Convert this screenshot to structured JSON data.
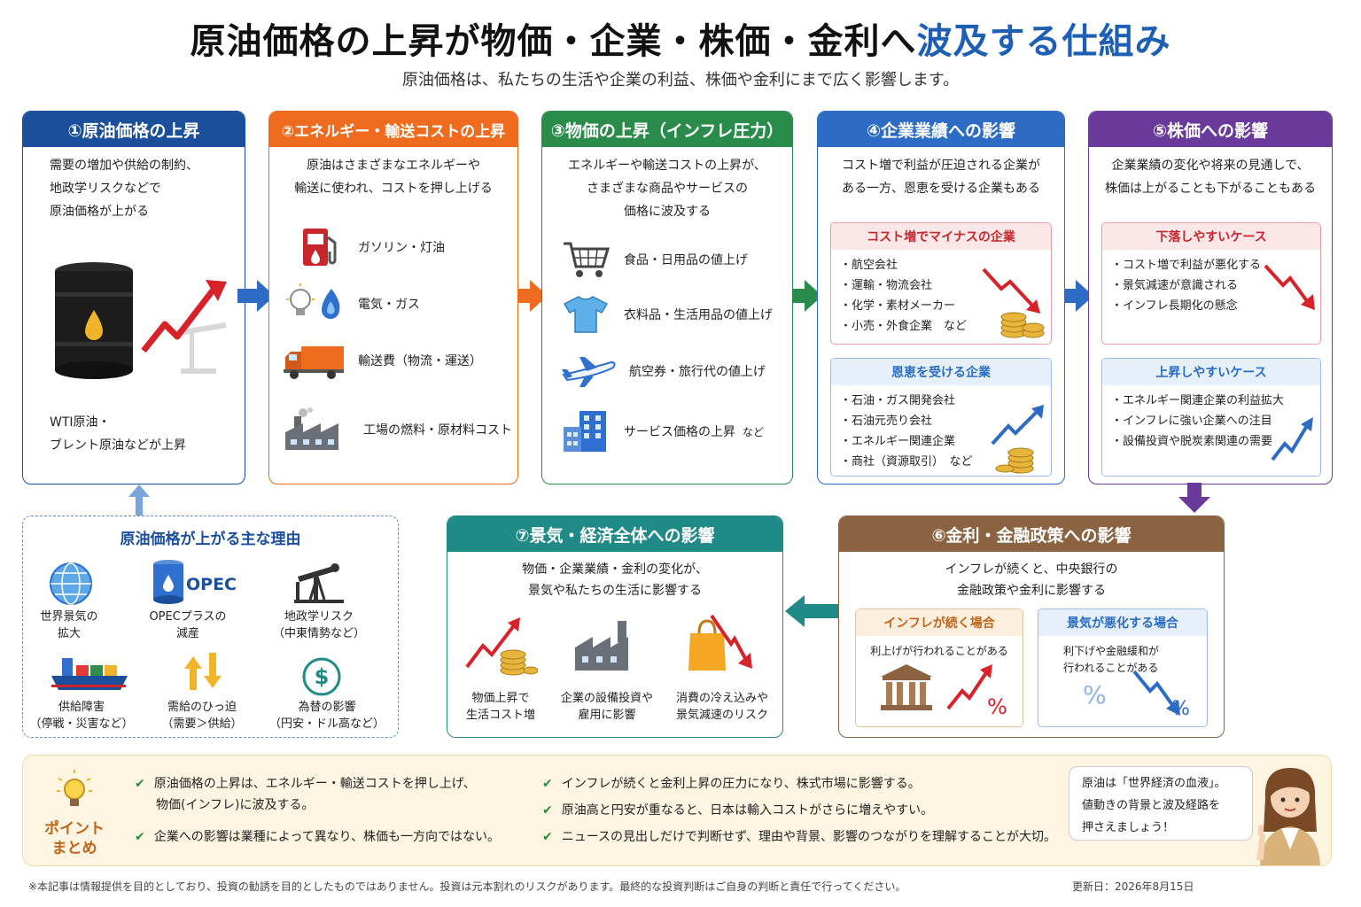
{
  "title": {
    "main": "原油価格の上昇が物価・企業・株価・金利へ",
    "highlight": "波及する仕組み"
  },
  "subtitle": "原油価格は、私たちの生活や企業の利益、株価や金利にまで広く影響します。",
  "colors": {
    "step1": "#1b4f9c",
    "step2": "#ef6b1d",
    "step3": "#2a8c4a",
    "step4": "#2c6cc4",
    "step5": "#6a3a9b",
    "step6": "#8b6340",
    "step7": "#1f8a86"
  },
  "step1": {
    "title": "①原油価格の上昇",
    "lead": [
      "需要の増加や供給の制約、",
      "地政学リスクなどで",
      "原油価格が上がる"
    ],
    "note": [
      "WTI原油・",
      "ブレント原油などが上昇"
    ]
  },
  "step2": {
    "title": "②エネルギー・輸送コストの上昇",
    "lead": [
      "原油はさまざまなエネルギーや",
      "輸送に使われ、コストを押し上げる"
    ],
    "items": [
      {
        "icon": "gas-pump-icon",
        "label": "ガソリン・灯油"
      },
      {
        "icon": "bulb-flame-icon",
        "label": "電気・ガス"
      },
      {
        "icon": "truck-icon",
        "label": "輸送費（物流・運送）"
      },
      {
        "icon": "factory-icon",
        "label": "工場の燃料・原材料コスト"
      }
    ]
  },
  "step3": {
    "title": "③物価の上昇（インフレ圧力）",
    "lead": [
      "エネルギーや輸送コストの上昇が、",
      "さまざまな商品やサービスの",
      "価格に波及する"
    ],
    "items": [
      {
        "icon": "cart-icon",
        "label": "食品・日用品の値上げ",
        "suffix": ""
      },
      {
        "icon": "tshirt-icon",
        "label": "衣料品・生活用品の値上げ",
        "suffix": ""
      },
      {
        "icon": "airplane-icon",
        "label": "航空券・旅行代の値上げ",
        "suffix": ""
      },
      {
        "icon": "building-icon",
        "label": "サービス価格の上昇",
        "suffix": "など"
      }
    ]
  },
  "step4": {
    "title": "④企業業績への影響",
    "lead": [
      "コスト増で利益が圧迫される企業が",
      "ある一方、恩恵を受ける企業もある"
    ],
    "minus": {
      "title": "コスト増でマイナスの企業",
      "items": [
        "・航空会社",
        "・運輸・物流会社",
        "・化学・素材メーカー",
        "・小売・外食企業　など"
      ]
    },
    "plus": {
      "title": "恩恵を受ける企業",
      "items": [
        "・石油・ガス開発会社",
        "・石油元売り会社",
        "・エネルギー関連企業",
        "・商社（資源取引）　など"
      ]
    }
  },
  "step5": {
    "title": "⑤株価への影響",
    "lead": [
      "企業業績の変化や将来の見通しで、",
      "株価は上がることも下がることもある"
    ],
    "down": {
      "title": "下落しやすいケース",
      "items": [
        "・コスト増で利益が悪化する",
        "・景気減速が意識される",
        "・インフレ長期化の懸念"
      ]
    },
    "up": {
      "title": "上昇しやすいケース",
      "items": [
        "・エネルギー関連企業の利益拡大",
        "・インフレに強い企業への注目",
        "・設備投資や脱炭素関連の需要"
      ]
    }
  },
  "reasons": {
    "title": "原油価格が上がる主な理由",
    "opec_logo": "OPEC",
    "items": [
      {
        "icon": "globe-icon",
        "lines": [
          "世界景気の",
          "拡大"
        ]
      },
      {
        "icon": "opec-barrel-icon",
        "lines": [
          "OPECプラスの",
          "減産"
        ]
      },
      {
        "icon": "oil-rig-icon",
        "lines": [
          "地政学リスク",
          "（中東情勢など）"
        ]
      },
      {
        "icon": "tanker-ship-icon",
        "lines": [
          "供給障害",
          "（停戦・災害など）"
        ]
      },
      {
        "icon": "up-down-arrows-icon",
        "lines": [
          "需給のひっ迫",
          "（需要＞供給）"
        ]
      },
      {
        "icon": "dollar-coin-icon",
        "lines": [
          "為替の影響",
          "（円安・ドル高など）"
        ]
      }
    ]
  },
  "step7": {
    "title": "⑦景気・経済全体への影響",
    "lead": [
      "物価・企業業績・金利の変化が、",
      "景気や私たちの生活に影響する"
    ],
    "items": [
      {
        "icon": "rising-cost-icon",
        "lines": [
          "物価上昇で",
          "生活コスト増"
        ]
      },
      {
        "icon": "factory-icon",
        "lines": [
          "企業の設備投資や",
          "雇用に影響"
        ]
      },
      {
        "icon": "shopping-bag-down-icon",
        "lines": [
          "消費の冷え込みや",
          "景気減速のリスク"
        ]
      }
    ]
  },
  "step6": {
    "title": "⑥金利・金融政策への影響",
    "lead": [
      "インフレが続くと、中央銀行の",
      "金融政策や金利に影響する"
    ],
    "inflation": {
      "title": "インフレが続く場合",
      "text": [
        "利上げが行われることがある"
      ]
    },
    "recession": {
      "title": "景気が悪化する場合",
      "text": [
        "利下げや金融緩和が",
        "行われることがある"
      ]
    },
    "pct": "%"
  },
  "points": {
    "label": [
      "ポイント",
      "まとめ"
    ],
    "left": [
      [
        "原油価格の上昇は、エネルギー・輸送コストを押し上げ、",
        "物価(インフレ)に波及する。"
      ],
      [
        "企業への影響は業種によって異なり、株価も一方向ではない。"
      ]
    ],
    "right": [
      "インフレが続くと金利上昇の圧力になり、株式市場に影響する。",
      "原油高と円安が重なると、日本は輸入コストがさらに増えやすい。",
      "ニュースの見出しだけで判断せず、理由や背景、影響のつながりを理解することが大切。"
    ],
    "bubble": [
      "原油は「世界経済の血液」。",
      "値動きの背景と波及経路を",
      "押さえましょう！"
    ]
  },
  "footer": {
    "disclaimer": "※本記事は情報提供を目的としており、投資の勧誘を目的としたものではありません。投資は元本割れのリスクがあります。最終的な投資判断はご自身の判断と責任で行ってください。",
    "date": "更新日：2026年8月15日"
  }
}
